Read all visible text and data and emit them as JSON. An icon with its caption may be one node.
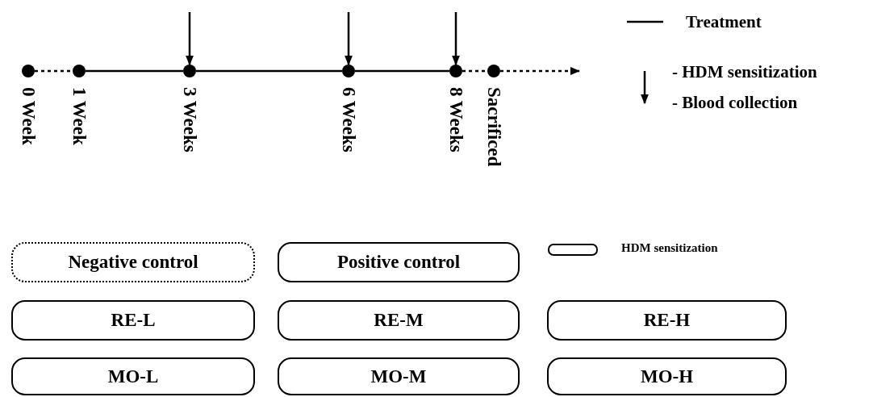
{
  "diagram": {
    "nodes": [
      {
        "text": [],
        "shape": "circle",
        "beside": [
          "0 Week"
        ]
      },
      {
        "text": [],
        "shape": "circle",
        "beside": [
          "1 Week"
        ]
      },
      {
        "text": [],
        "shape": "circle",
        "beside": [
          "3 Weeks"
        ]
      },
      {
        "text": [],
        "shape": "circle",
        "beside": [
          "6 Weeks"
        ]
      },
      {
        "text": [],
        "shape": "circle",
        "beside": [
          "8 Weeks"
        ]
      },
      {
        "text": [],
        "shape": "circle",
        "beside": [
          "Sacrificed"
        ]
      },
      {
        "text": [
          "Negative control"
        ]
      },
      {
        "text": [
          "Positive control"
        ]
      },
      {
        "text": [
          "RE-L"
        ]
      },
      {
        "text": [
          "RE-M"
        ]
      },
      {
        "text": [
          "RE-H"
        ]
      },
      {
        "text": [
          "MO-L"
        ]
      },
      {
        "text": [
          "MO-M"
        ]
      },
      {
        "text": [
          "MO-H"
        ]
      }
    ],
    "edges": [
      {
        "from": 0,
        "to": 1,
        "arrow": "none",
        "style": "dashed"
      },
      {
        "from": 1,
        "to": 2,
        "arrow": "none"
      },
      {
        "from": 2,
        "to": 3,
        "arrow": "none"
      },
      {
        "from": 3,
        "to": 4,
        "arrow": "none"
      },
      {
        "from": 4,
        "to": 5,
        "arrow": "none",
        "style": "dashed"
      },
      {
        "from": 5,
        "to": null,
        "arrow": "to",
        "style": "dashed"
      },
      {
        "from": null,
        "to": 2,
        "arrow": "to"
      },
      {
        "from": null,
        "to": 3,
        "arrow": "to"
      },
      {
        "from": null,
        "to": 4,
        "arrow": "to"
      }
    ],
    "legend": [
      {
        "text": "Treatment"
      },
      {
        "text": "- HDM sensitization"
      },
      {
        "text": "- Blood collection"
      },
      {
        "text": "HDM sensitization"
      }
    ]
  }
}
